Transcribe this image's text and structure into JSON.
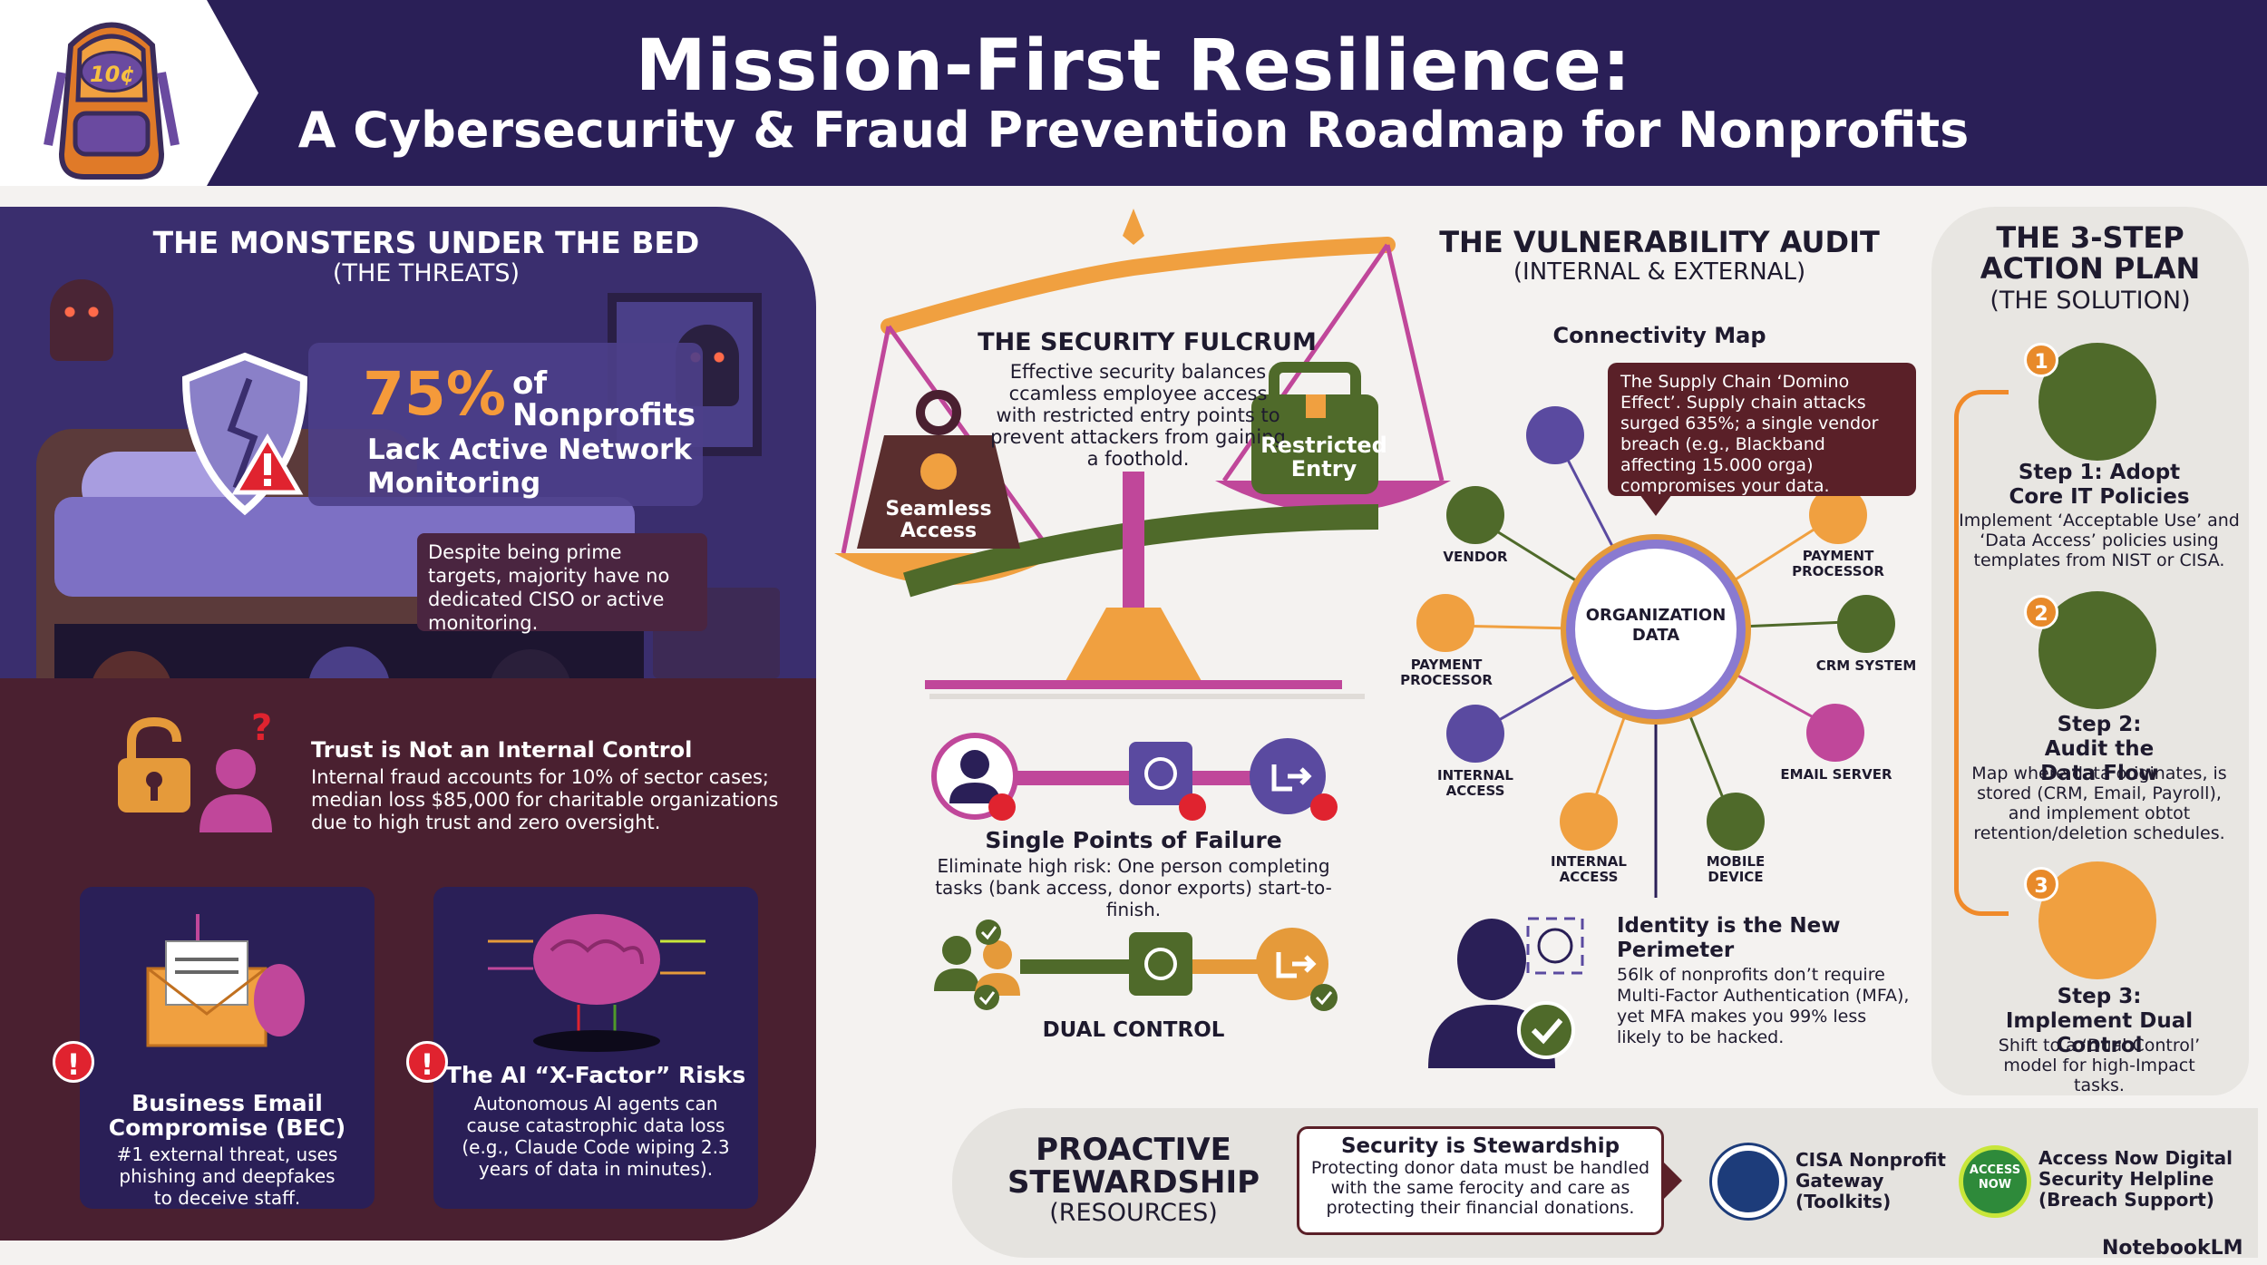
{
  "header": {
    "title": "Mission-First Resilience:",
    "subtitle": "A Cybersecurity & Fraud Prevention Roadmap for Nonprofits",
    "logo_badge": "10¢"
  },
  "threats": {
    "title": "THE MONSTERS UNDER THE BED",
    "subtitle": "(THE THREATS)",
    "stat": {
      "percent": "75%",
      "of": "of",
      "nonprofits": "Nonprofits",
      "line1": "Lack Active Network",
      "line2": "Monitoring",
      "desc": "Despite being prime targets, majority have no dedicated CISO or active monitoring."
    },
    "trust": {
      "title": "Trust is Not an Internal Control",
      "desc": "Internal fraud accounts for 10% of sector cases; median loss $85,000 for charitable organizations due to high trust and zero oversight."
    },
    "bec": {
      "title": "Business Email Compromise (BEC)",
      "desc": "#1 external threat, uses phishing and deepfakes to deceive staff."
    },
    "ai": {
      "title": "The AI “X-Factor” Risks",
      "desc": "Autonomous AI agents can cause catastrophic data loss (e.g., Claude Code wiping 2.3 years of data in minutes)."
    },
    "alert_glyph": "!"
  },
  "fulcrum": {
    "title": "THE SECURITY FULCRUM",
    "desc": "Effective security balances ccamless employee access with restricted entry points to prevent attackers from gaining a foothold.",
    "left_weight": "Seamless Access",
    "right_weight": "Restricted Entry"
  },
  "spof": {
    "title": "Single Points of Failure",
    "desc": "Eliminate high risk: One person completing tasks (bank access, donor exports) start-to-finish."
  },
  "dual": {
    "label": "DUAL CONTROL"
  },
  "audit": {
    "title": "THE VULNERABILITY AUDIT",
    "subtitle": "(INTERNAL & EXTERNAL)",
    "map_title": "Connectivity Map",
    "domino": "The Supply Chain ‘Domino Effect’. Supply chain attacks surged 635%; a single vendor breach (e.g., Blackband affecting 15.000 orga) compromises your data.",
    "center": "ORGANIZATION DATA",
    "nodes": {
      "vendor": "VENDOR",
      "payment_right": "PAYMENT PROCESSOR",
      "payment_left": "PAYMENT PROCESSOR",
      "crm": "CRM SYSTEM",
      "internal_left": "INTERNAL ACCESS",
      "email": "EMAIL SERVER",
      "internal_bottom": "INTERNAL ACCESS",
      "mobile": "MOBILE DEVICE"
    },
    "identity": {
      "title": "Identity is the New Perimeter",
      "desc": "56lk of nonprofits don’t require Multi-Factor Authentication (MFA), yet MFA makes you 99% less likely to be hacked."
    }
  },
  "plan": {
    "title": "THE 3-STEP ACTION PLAN",
    "subtitle": "(THE SOLUTION)",
    "steps": [
      {
        "num": "1",
        "title": "Step 1: Adopt Core IT Policies",
        "desc": "Implement ‘Acceptable Use’ and ‘Data Access’ policies using templates from NIST or CISA."
      },
      {
        "num": "2",
        "title": "Step 2: Audit the Data Flow",
        "desc": "Map where data originates, is stored (CRM, Email, Payroll), and implement obtot retention/deletion schedules."
      },
      {
        "num": "3",
        "title": "Step 3: Implement Dual Control",
        "desc": "Shift to a ‘Dual Control’ model for high-Impact tasks."
      }
    ]
  },
  "stewardship": {
    "title": "PROACTIVE STEWARDSHIP",
    "subtitle": "(RESOURCES)",
    "box_title": "Security is Stewardship",
    "box_desc": "Protecting donor data must be handled with the same ferocity and care as protecting their financial donations.",
    "cisa": "CISA Nonprofit Gateway (Toolkits)",
    "access_seal": "ACCESS NOW",
    "access": "Access Now Digital Security Helpline (Breach Support)"
  },
  "brand": "NotebookLM",
  "colors": {
    "navy": "#2a1f57",
    "purple": "#3a2e6e",
    "maroon": "#4a2030",
    "orange": "#f08a2a",
    "green": "#4f6a2a",
    "magenta": "#c0479a",
    "red": "#e0232f"
  }
}
